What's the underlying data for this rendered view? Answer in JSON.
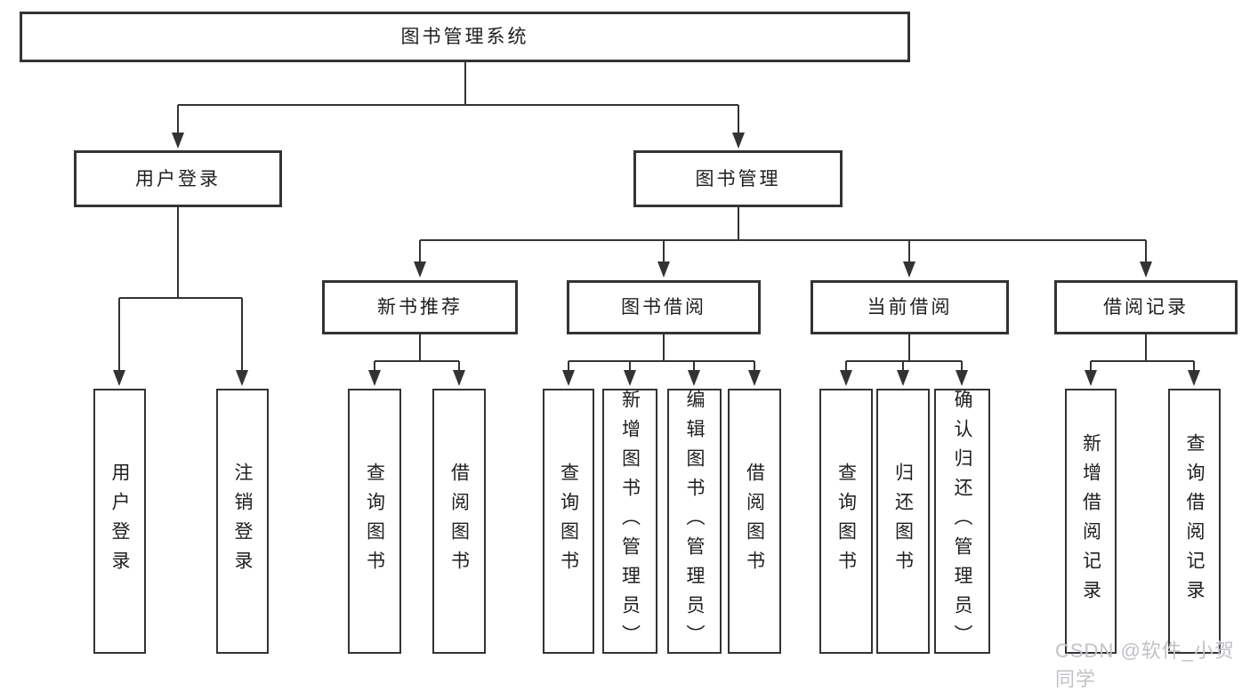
{
  "watermark": "CSDN @软件_小贺同学",
  "colors": {
    "line": "#333333",
    "box_border": "#333333",
    "box_background": "#ffffff",
    "text": "#1f1f1f",
    "watermark_text": "#bfc2c6"
  },
  "nodes": {
    "root": "图书管理系统",
    "l2": {
      "user_login": "用户登录",
      "book_mgmt": "图书管理"
    },
    "l3": {
      "new_books": "新书推荐",
      "borrowing": "图书借阅",
      "current": "当前借阅",
      "records": "借阅记录"
    },
    "leaves": {
      "user_login": "用户登录",
      "logout": "注销登录",
      "nb_query": "查询图书",
      "nb_borrow": "借阅图书",
      "bw_query": "查询图书",
      "bw_add": "新增图书（管理员）",
      "bw_edit": "编辑图书（管理员）",
      "bw_borrow": "借阅图书",
      "cu_query": "查询图书",
      "cu_return": "归还图书",
      "cu_confirm": "确认归还（管理员）",
      "rc_add": "新增借阅记录",
      "rc_query": "查询借阅记录"
    }
  }
}
